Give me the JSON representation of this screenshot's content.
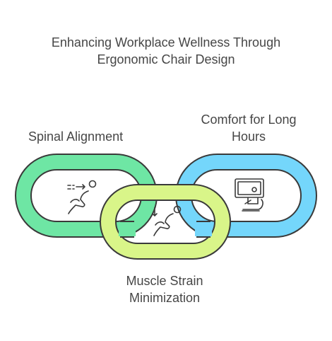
{
  "title": {
    "line1": "Enhancing Workplace Wellness Through",
    "line2": "Ergonomic Chair Design"
  },
  "links": [
    {
      "label_line1": "Spinal Alignment",
      "label_line2": "",
      "color": "#6EE6A4",
      "icon": "posture-arrow-icon"
    },
    {
      "label_line1": "Muscle Strain",
      "label_line2": "Minimization",
      "color": "#D9F589",
      "icon": "relaxed-sitting-icon"
    },
    {
      "label_line1": "Comfort for Long",
      "label_line2": "Hours",
      "color": "#74D6FB",
      "icon": "desk-chair-icon"
    }
  ],
  "outline_color": "#3a3a3a"
}
